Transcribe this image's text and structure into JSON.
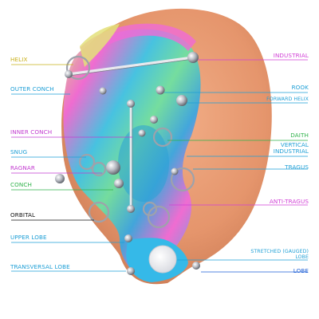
{
  "diagram": {
    "left_labels": [
      {
        "id": "helix",
        "text": "HELIX",
        "color": "#c9b01a"
      },
      {
        "id": "outer_conch",
        "text": "OUTER CONCH",
        "color": "#1e9fd6"
      },
      {
        "id": "inner_conch",
        "text": "INNER CONCH",
        "color": "#c23bd0"
      },
      {
        "id": "snug",
        "text": "SNUG",
        "color": "#1e9fd6"
      },
      {
        "id": "ragnar",
        "text": "RAGNAR",
        "color": "#c23bd0"
      },
      {
        "id": "conch",
        "text": "CONCH",
        "color": "#2fb24a"
      },
      {
        "id": "orbital",
        "text": "ORBITAL",
        "color": "#111111"
      },
      {
        "id": "upper_lobe",
        "text": "UPPER LOBE",
        "color": "#1e9fd6"
      },
      {
        "id": "transversal_lobe",
        "text": "TRANSVERSAL LOBE",
        "color": "#1e9fd6"
      }
    ],
    "right_labels": [
      {
        "id": "industrial",
        "text": "INDUSTRIAL",
        "color": "#d13fd6"
      },
      {
        "id": "rook",
        "text": "ROOK",
        "color": "#1e9fd6"
      },
      {
        "id": "forward_helix",
        "text": "FORWARD HELIX",
        "color": "#1e9fd6"
      },
      {
        "id": "daith",
        "text": "DAITH",
        "color": "#2fb24a"
      },
      {
        "id": "vertical_industrial",
        "text": "VERTICAL INDUSTRIAL",
        "color": "#1e9fd6"
      },
      {
        "id": "tragus",
        "text": "TRAGUS",
        "color": "#1e9fd6"
      },
      {
        "id": "anti_tragus",
        "text": "ANTI-TRAGUS",
        "color": "#d13fd6"
      },
      {
        "id": "stretched_lobe",
        "text": "STRETCHED (GAUGED) LOBE",
        "color": "#1e9fd6"
      },
      {
        "id": "lobe",
        "text": "LOBE",
        "color": "#1e5fd6"
      }
    ]
  }
}
